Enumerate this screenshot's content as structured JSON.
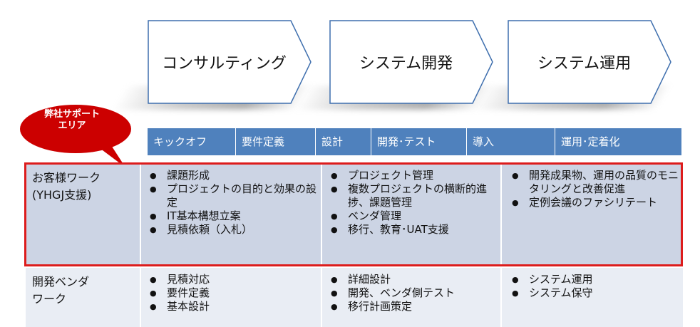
{
  "phases": [
    {
      "label": "コンサルティング"
    },
    {
      "label": "システム開発"
    },
    {
      "label": "システム運用"
    }
  ],
  "callout": {
    "line1": "弊社サポート",
    "line2": "エリア",
    "color": "#cc0000"
  },
  "timeline": [
    "キックオフ",
    "要件定義",
    "設計",
    "開発･テスト",
    "導入",
    "運用･定着化"
  ],
  "rows": [
    {
      "label_line1": "お客様ワーク",
      "label_line2": "(YHGJ支援)",
      "col1": [
        "課題形成",
        "プロジェクトの目的と効果の設定",
        "IT基本構想立案",
        "見積依頼（入札）"
      ],
      "col2": [
        "プロジェクト管理",
        "複数プロジェクトの横断的進捗、課題管理",
        "ベンダ管理",
        "移行、教育･UAT支援"
      ],
      "col3": [
        "開発成果物、運用の品質のモニタリングと改善促進",
        "定例会議のファシリテート"
      ]
    },
    {
      "label_line1": "開発ベンダ",
      "label_line2": "ワーク",
      "col1": [
        "見積対応",
        "要件定義",
        "基本設計"
      ],
      "col2": [
        "詳細設計",
        "開発、ベンダ側テスト",
        "移行計画策定"
      ],
      "col3": [
        "システム運用",
        "システム保守"
      ]
    }
  ],
  "colors": {
    "timeline_bar": "#4f81bd",
    "highlight_row": "#ccd4e4",
    "highlight_border": "#dd1c1c",
    "vendor_row": "#e9edf4"
  }
}
